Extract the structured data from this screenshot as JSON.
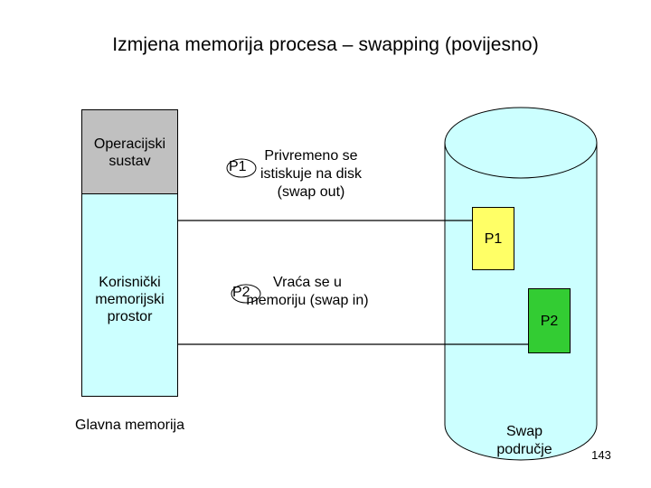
{
  "title": "Izmjena memorija procesa – swapping (povijesno)",
  "main_memory": {
    "os_label": "Operacijski sustav",
    "user_space_label": "Korisnički memorijski prostor",
    "caption": "Glavna memorija"
  },
  "swap_area": {
    "caption": "Swap područje",
    "p1_box": "P1",
    "p2_box": "P2"
  },
  "swap_out": {
    "process": "P1",
    "text": "Privremeno se istiskuje na disk (swap out)"
  },
  "swap_in": {
    "process": "P2",
    "text": "Vraća se u memoriju (swap in)"
  },
  "page_number": "143",
  "colors": {
    "os_region": "#c0c0c0",
    "user_region": "#ccffff",
    "disk": "#ccffff",
    "p1": "#ffff66",
    "p2": "#33cc33"
  }
}
